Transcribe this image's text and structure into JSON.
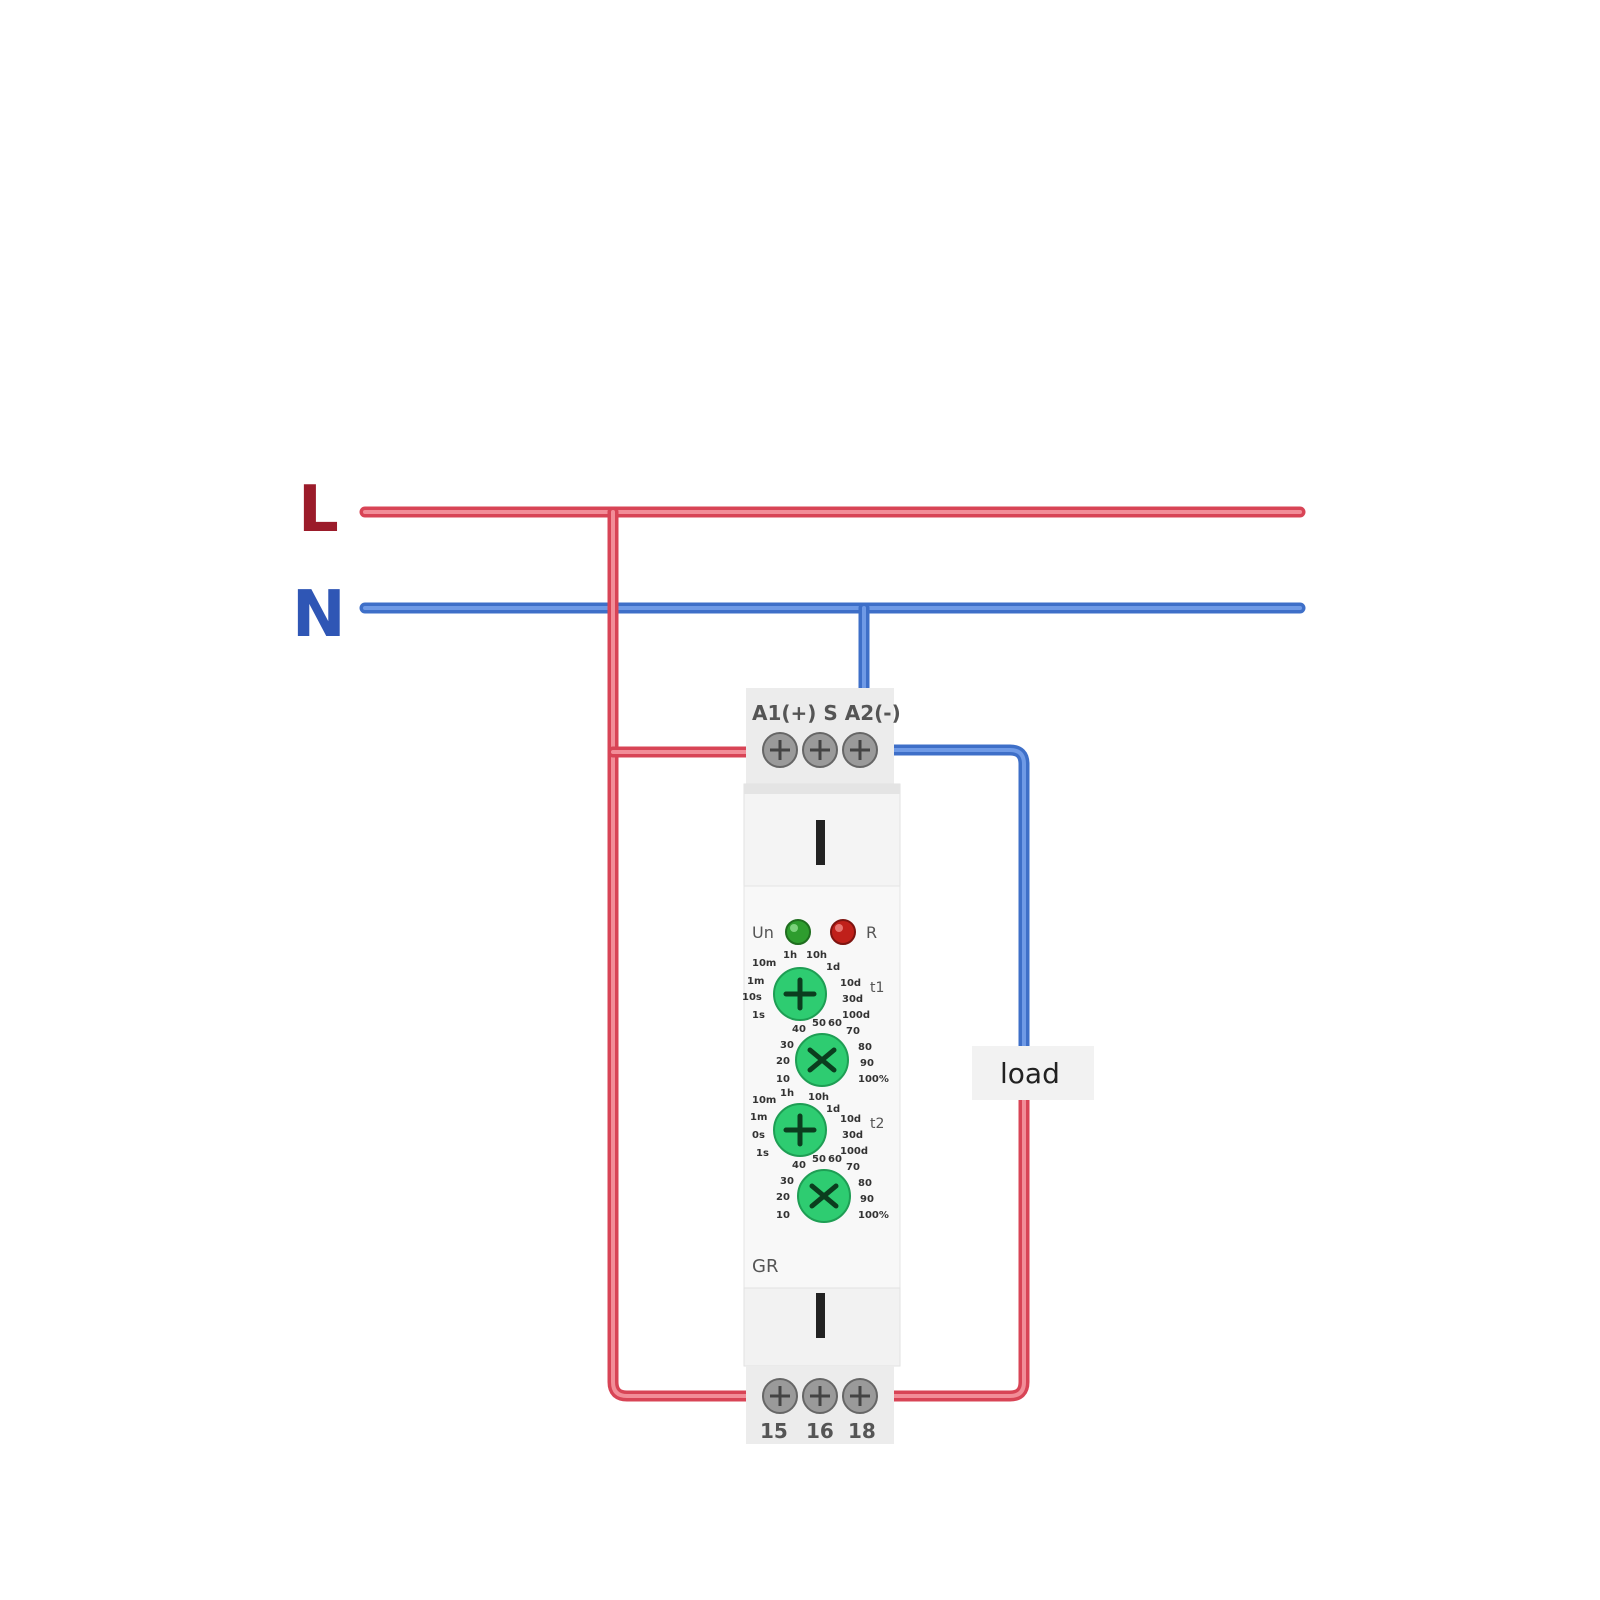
{
  "rails": {
    "line_label": "L",
    "neutral_label": "N",
    "line_color": "#e35464",
    "neutral_color": "#4e7fd8",
    "line_label_color": "#9b1b2a",
    "neutral_label_color": "#2f56b5"
  },
  "relay": {
    "top_terminals": "A1(+) S A2(-)",
    "bottom_terminals": [
      "15",
      "16",
      "18"
    ],
    "led_un": "Un",
    "led_r": "R",
    "led_un_color": "#2e9d2e",
    "led_r_color": "#c0201a",
    "knob_color": "#2ecc71",
    "t1_label": "t1",
    "t2_label": "t2",
    "model": "GR",
    "range_scale_1": [
      "10m",
      "1h",
      "10h",
      "1d",
      "1m",
      "10d",
      "10s",
      "30d",
      "1s",
      "100d"
    ],
    "range_scale_2": [
      "10m",
      "1h",
      "10h",
      "1d",
      "1m",
      "10d",
      "0s",
      "30d",
      "1s",
      "100d"
    ],
    "percent_scale": [
      "40",
      "50",
      "60",
      "70",
      "30",
      "80",
      "20",
      "90",
      "10",
      "100%"
    ]
  },
  "load": {
    "label": "load"
  }
}
